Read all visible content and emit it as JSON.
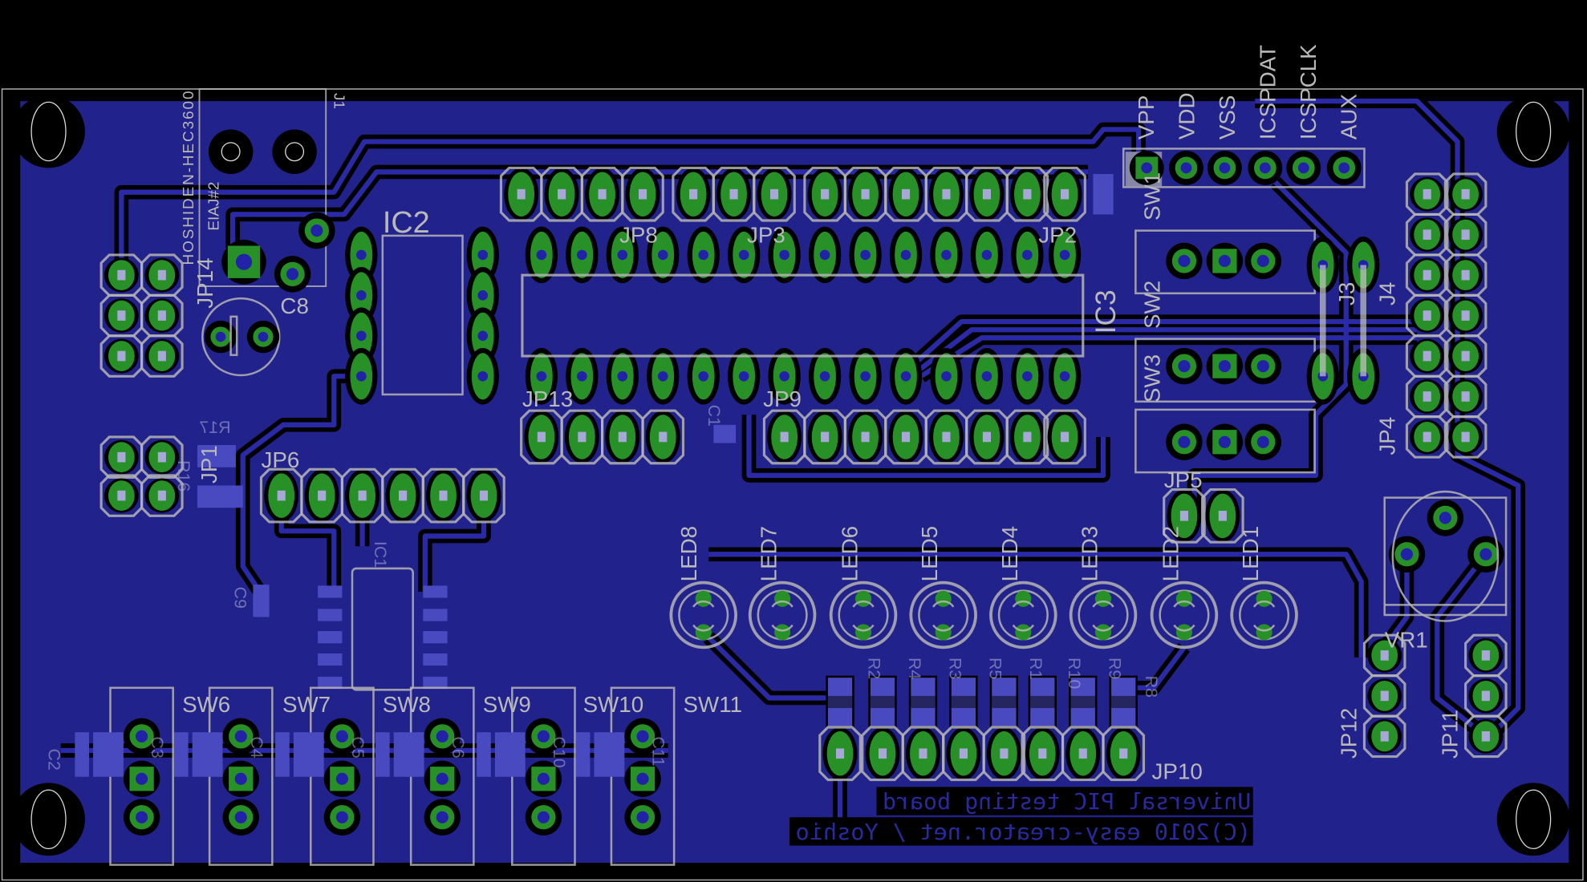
{
  "board": {
    "colors": {
      "background": "#000000",
      "copper": "#22228c",
      "pad": "#279127",
      "silk": "#b4b4b4",
      "smd": "#4a4ac0"
    },
    "labels": {
      "j1": "J1",
      "hoshiden": "HOSHIDEN-HEC3600",
      "eiaj": "EIAJ#2",
      "jp14": "JP14",
      "c8": "C8",
      "ic2": "IC2",
      "jp8": "JP8",
      "jp3": "JP3",
      "jp2": "JP2",
      "ic3": "IC3",
      "jp13": "JP13",
      "jp9": "JP9",
      "c1": "C1",
      "sw1": "SW1",
      "sw2": "SW2",
      "sw3": "SW3",
      "j3": "J3",
      "j4": "J4",
      "jp4": "JP4",
      "jp5": "JP5",
      "vr1": "VR1",
      "jp12": "JP12",
      "jp11": "JP11",
      "jp6": "JP6",
      "jp1": "JP1",
      "r17": "R17",
      "r16": "R16",
      "ic1": "IC1",
      "c9": "C9",
      "jp10": "JP10",
      "r8": "R8",
      "c2": "C2"
    },
    "icsp_pins": [
      "VPP",
      "VDD",
      "VSS",
      "ICSPDAT",
      "ICSPCLK",
      "AUX"
    ],
    "switches": [
      "SW6",
      "SW7",
      "SW8",
      "SW9",
      "SW10",
      "SW11"
    ],
    "leds": [
      "LED8",
      "LED7",
      "LED6",
      "LED5",
      "LED4",
      "LED3",
      "LED2",
      "LED1"
    ],
    "resistors": [
      "R2",
      "R4",
      "R3",
      "R5",
      "R1",
      "R10",
      "R9"
    ],
    "caps": [
      "C3",
      "C4",
      "C5",
      "C6",
      "C10",
      "C11"
    ],
    "board_text": {
      "line1": "Universal PIC testing board",
      "line2": "(C)2010 easy-creator.net / Yoshio"
    }
  }
}
